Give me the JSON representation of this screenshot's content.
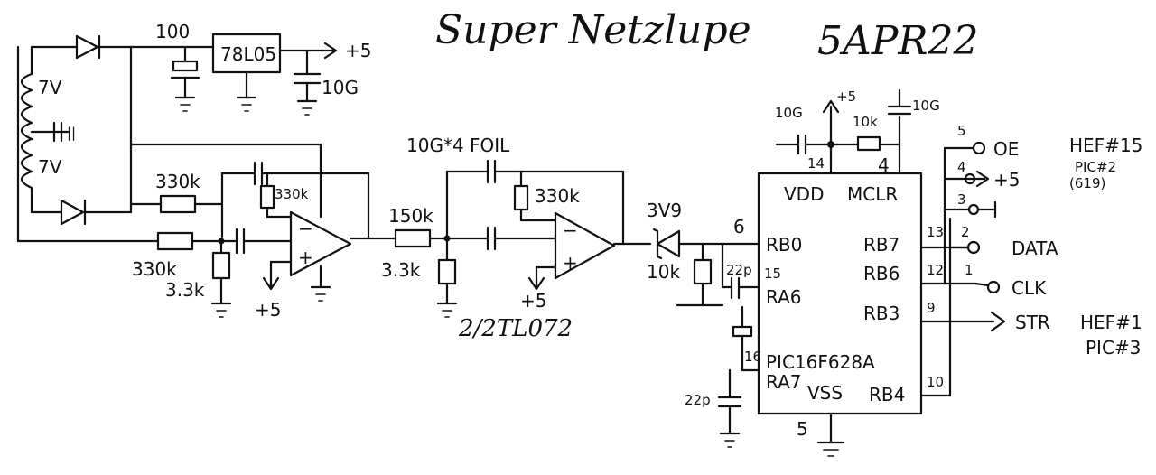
{
  "title": "Super Netzlupe",
  "date": "5APR22",
  "supply": {
    "cap_in": "100",
    "regulator": "78L05",
    "out": "+5",
    "cap_out": "10G",
    "winding_top": "7V",
    "winding_bottom": "7V"
  },
  "input_stage": {
    "r_top": "330k",
    "r_fb": "330k",
    "r_in": "330k",
    "r_bias": "3.3k",
    "supply": "+5"
  },
  "filter_stage": {
    "caps": "10G*4 FOIL",
    "r_series": "150k",
    "r_shunt": "3.3k",
    "r_fb": "330k",
    "supply": "+5",
    "opamp": "2/2TL072"
  },
  "mcu": {
    "name": "PIC16F628A",
    "decoupling": "10G",
    "supply": "+5",
    "pullup": "10k",
    "cap_top": "10G",
    "zener": "3V9",
    "r_in": "10k",
    "cap_in": "22p",
    "cap_osc": "22p",
    "pins": {
      "vdd": "VDD",
      "mclr": "MCLR",
      "rb0": "RB0",
      "ra6": "RA6",
      "ra7": "RA7",
      "vss": "VSS",
      "rb7": "RB7",
      "rb6": "RB6",
      "rb3": "RB3",
      "rb4": "RB4"
    },
    "pin_numbers": {
      "p14": "14",
      "p4": "4",
      "p6": "6",
      "p15": "15",
      "p16": "16",
      "p5": "5",
      "p13": "13",
      "p12": "12",
      "p9": "9",
      "p10": "10"
    }
  },
  "connector": {
    "oe": "OE",
    "plus5": "+5",
    "data": "DATA",
    "clk": "CLK",
    "str": "STR",
    "num5": "5",
    "num4": "4",
    "num3": "3",
    "num2": "2",
    "num1": "1"
  },
  "notes": {
    "hef15": "HEF#15",
    "pic2": "PIC#2",
    "pic2_sub": "(619)",
    "hef1": "HEF#1",
    "pic3": "PIC#3"
  }
}
